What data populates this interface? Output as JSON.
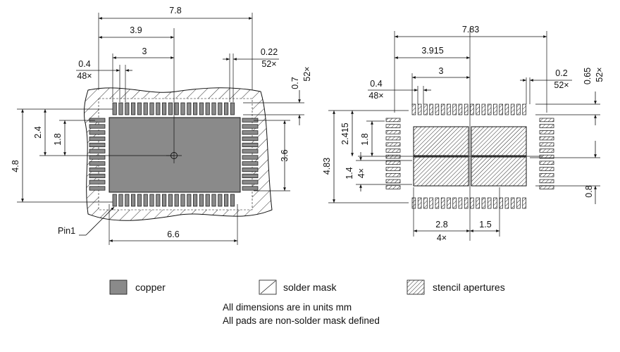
{
  "left_dims": {
    "width_total": "7.8",
    "half_width": "3.9",
    "pad_span": "3",
    "pitch": "0.4",
    "pitch_count": "48×",
    "pad_width": "0.22",
    "pad_count": "52×",
    "pad_length": "0.7",
    "pad_length_count": "52×",
    "height_total": "4.8",
    "half_height": "2.4",
    "inner_height": "1.8",
    "right_height": "3.6",
    "bottom_width": "6.6",
    "pin1": "Pin1"
  },
  "right_dims": {
    "width_total": "7.83",
    "half_width": "3.915",
    "pad_span": "3",
    "pitch": "0.4",
    "pitch_count": "48×",
    "pad_width": "0.2",
    "pad_count": "52×",
    "pad_length": "0.65",
    "pad_length_count": "52×",
    "height_total": "4.83",
    "half_height": "2.415",
    "inner_height": "1.8",
    "gap_height": "1.4",
    "gap_count": "4×",
    "right_height": "0.8",
    "aperture_width": "2.8",
    "aperture_count": "4×",
    "aperture_gap": "1.5"
  },
  "legend": {
    "copper": "copper",
    "solder_mask": "solder mask",
    "stencil": "stencil apertures"
  },
  "notes": {
    "line1": "All dimensions are in units mm",
    "line2": "All pads are non-solder mask defined"
  },
  "colors": {
    "copper": "#8a8a8a",
    "line": "#111111"
  }
}
